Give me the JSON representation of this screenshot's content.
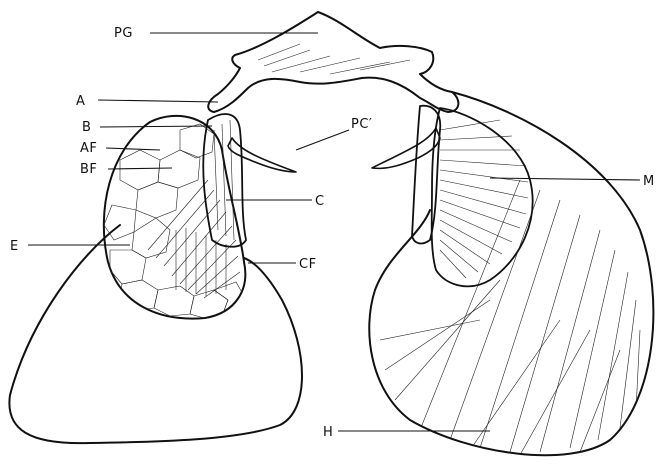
{
  "figure": {
    "labels": {
      "pg": "PG",
      "a": "A",
      "b": "B",
      "af": "AF",
      "bf": "BF",
      "pc": "PC′",
      "m": "M",
      "c": "C",
      "e": "E",
      "cf": "CF",
      "h": "H"
    }
  }
}
